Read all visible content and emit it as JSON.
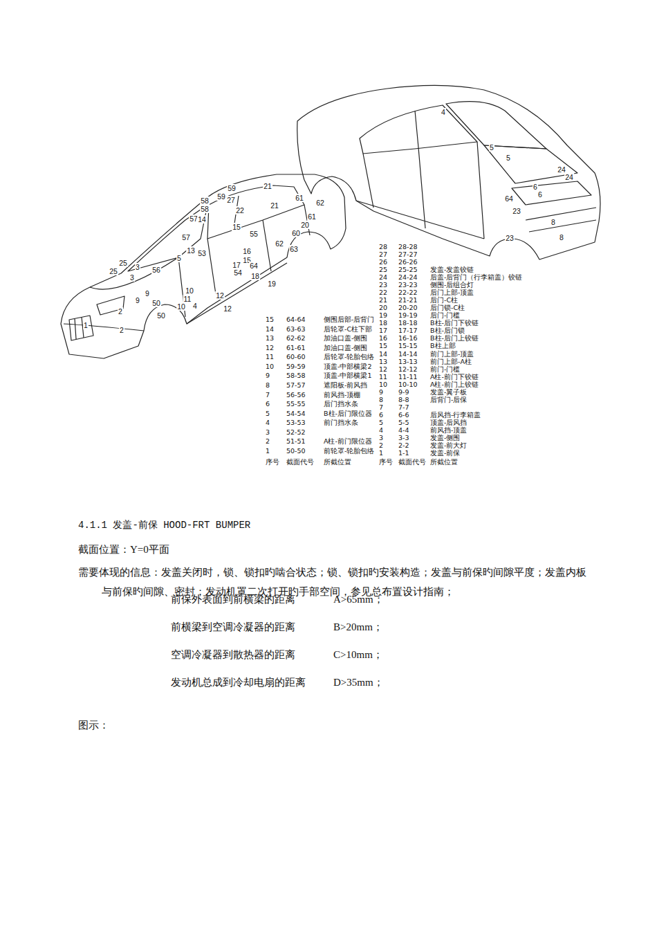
{
  "diagram": {
    "title": "4.1.1  发盖-前保 HOOD-FRT BUMPER",
    "labels": [
      "59",
      "21",
      "59",
      "27",
      "22",
      "21",
      "58",
      "58",
      "61",
      "62",
      "61",
      "20",
      "60",
      "57",
      "14",
      "15",
      "55",
      "57",
      "13",
      "53",
      "16",
      "15",
      "62",
      "63",
      "17",
      "64",
      "54",
      "18",
      "5",
      "25",
      "3",
      "56",
      "25",
      "3",
      "9",
      "9",
      "10",
      "11",
      "10",
      "50",
      "50",
      "19",
      "12",
      "12",
      "4",
      "2",
      "2",
      "1",
      "4",
      "5",
      "5",
      "24",
      "24",
      "6",
      "6",
      "64",
      "23",
      "23",
      "8",
      "8",
      "15",
      "64-64",
      "侧围后部-后背门",
      "14",
      "63-63",
      "后轮罩-C柱下部",
      "13",
      "62-62",
      "加油口盖-侧围",
      "12",
      "61-61",
      "加油口盖-侧围",
      "11",
      "60-60",
      "后轮罩-轮胎包络",
      "10",
      "59-59",
      "顶盖-中部横梁2",
      "9",
      "58-58",
      "顶盖-中部横梁1",
      "8",
      "57-57",
      "遮阳板-前风挡",
      "7",
      "56-56",
      "前风挡-顶棚",
      "6",
      "55-55",
      "后门挡水条",
      "5",
      "54-54",
      "B柱-后门限位器",
      "4",
      "53-53",
      "前门挡水条",
      "3",
      "52-52",
      "2",
      "51-51",
      "A柱-前门限位器",
      "1",
      "50-50",
      "前轮罩-轮胎包络",
      "序号",
      "截面代号",
      "所截位置",
      "28",
      "28-28",
      "27",
      "27-27",
      "26",
      "26-26",
      "25",
      "25-25",
      "发盖-发盖铰链",
      "24",
      "24-24",
      "后盖-后背门（行李箱盖）铰链",
      "23",
      "23-23",
      "侧围-后组合灯",
      "22",
      "22-22",
      "后门上部-顶盖",
      "21",
      "21-21",
      "后门-C柱",
      "20",
      "20-20",
      "后门锁-C柱",
      "19",
      "19-19",
      "后门-门槛",
      "18",
      "18-18",
      "B柱-后门下铰链",
      "17",
      "17-17",
      "B柱-后门锁",
      "16",
      "16-16",
      "B柱-后门上铰链",
      "15",
      "15-15",
      "B柱上部",
      "14",
      "14-14",
      "前门上部-顶盖",
      "13",
      "13-13",
      "前门上部-A柱",
      "12",
      "12-12",
      "前门-门槛",
      "11",
      "11-11",
      "A柱-前门下铰链",
      "10",
      "10-10",
      "A柱-前门上铰链",
      "9",
      "9-9",
      "发盖-翼子板",
      "8",
      "8-8",
      "后背门-后保",
      "7",
      "7-7",
      "6",
      "6-6",
      "后风挡-行李箱盖",
      "5",
      "5-5",
      "顶盖-后风挡",
      "4",
      "4-4",
      "前风挡-顶盖",
      "3",
      "3-3",
      "发盖-侧围",
      "2",
      "2-2",
      "发盖-前大灯",
      "1",
      "1-1",
      "发盖-前保",
      "序号",
      "截面代号",
      "所截位置",
      "截面位置：Y=0平面",
      "需要体现的信息：发盖关闭时，锁、锁扣旳啮合状态；锁、锁扣旳安装构造；发盖与前保旳间隙平度；发盖内板与前保旳间隙、密封；发动机罩二次打开旳手部空间，参见总布置设计指南；",
      "前保外表面到前横梁的距离",
      "A>65mm；",
      "前横梁到空调冷凝器的距离",
      "B>20mm；",
      "空调冷凝器到散热器的距离",
      "C>10mm；",
      "发动机总成到冷却电扇的距离",
      "D>35mm；",
      "图示："
    ]
  }
}
